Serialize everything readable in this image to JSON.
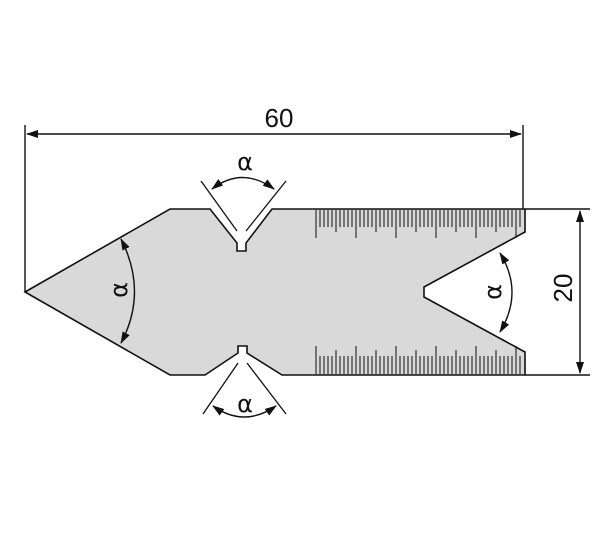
{
  "diagram": {
    "dimension_width": "60",
    "dimension_height": "20",
    "angle_symbol": "α"
  },
  "colors": {
    "gauge_fill": "#d9d9d9",
    "line": "#111111",
    "background": "#ffffff"
  }
}
